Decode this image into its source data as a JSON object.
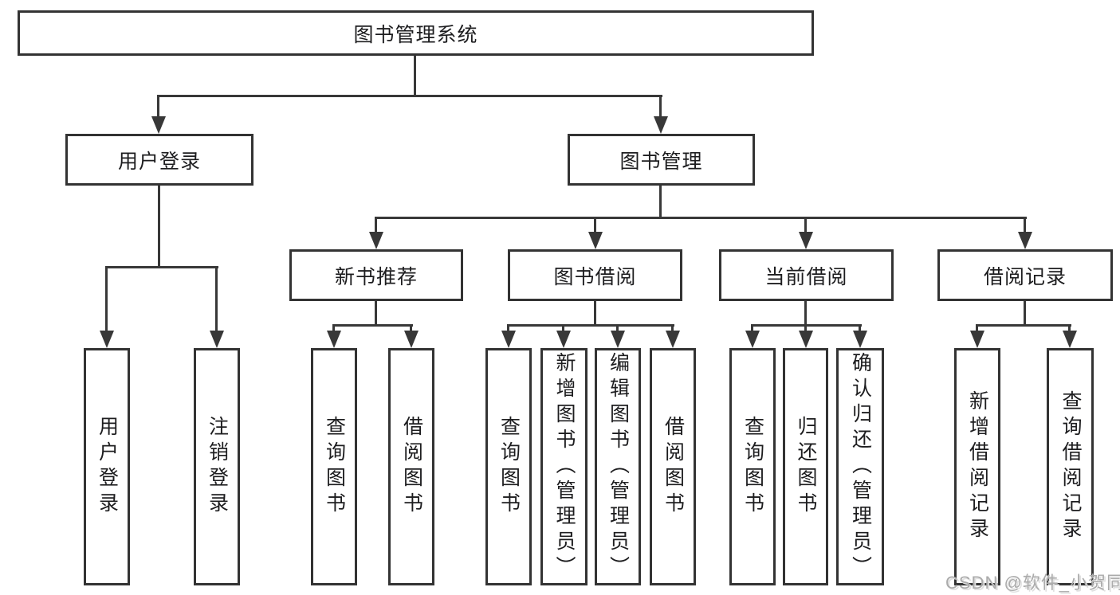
{
  "tree": {
    "label": "图书管理系统",
    "children": [
      {
        "label": "用户登录",
        "children": [
          {
            "label": "用户登录"
          },
          {
            "label": "注销登录"
          }
        ]
      },
      {
        "label": "图书管理",
        "children": [
          {
            "label": "新书推荐",
            "children": [
              {
                "label": "查询图书"
              },
              {
                "label": "借阅图书"
              }
            ]
          },
          {
            "label": "图书借阅",
            "children": [
              {
                "label": "查询图书"
              },
              {
                "label": "新增图书（管理员）"
              },
              {
                "label": "编辑图书（管理员）"
              },
              {
                "label": "借阅图书"
              }
            ]
          },
          {
            "label": "当前借阅",
            "children": [
              {
                "label": "查询图书"
              },
              {
                "label": "归还图书"
              },
              {
                "label": "确认归还（管理员）"
              }
            ]
          },
          {
            "label": "借阅记录",
            "children": [
              {
                "label": "新增借阅记录"
              },
              {
                "label": "查询借阅记录"
              }
            ]
          }
        ]
      }
    ]
  },
  "watermark": {
    "text": "CSDN @软件_小贺同学"
  },
  "colors": {
    "background": "#ffffff",
    "box_border": "#333333",
    "connector_line": "#383838",
    "text": "#1d1d1f",
    "watermark": "#ababab"
  }
}
